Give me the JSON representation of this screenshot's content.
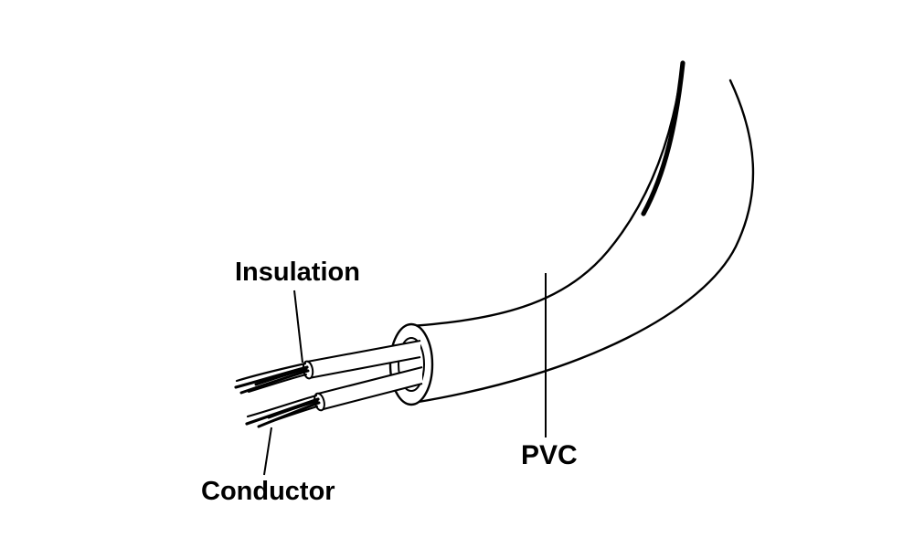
{
  "diagram": {
    "labels": {
      "insulation": "Insulation",
      "conductor": "Conductor",
      "pvc": "PVC"
    },
    "colors": {
      "background": "#ffffff",
      "line": "#000000",
      "fill": "#ffffff"
    }
  }
}
